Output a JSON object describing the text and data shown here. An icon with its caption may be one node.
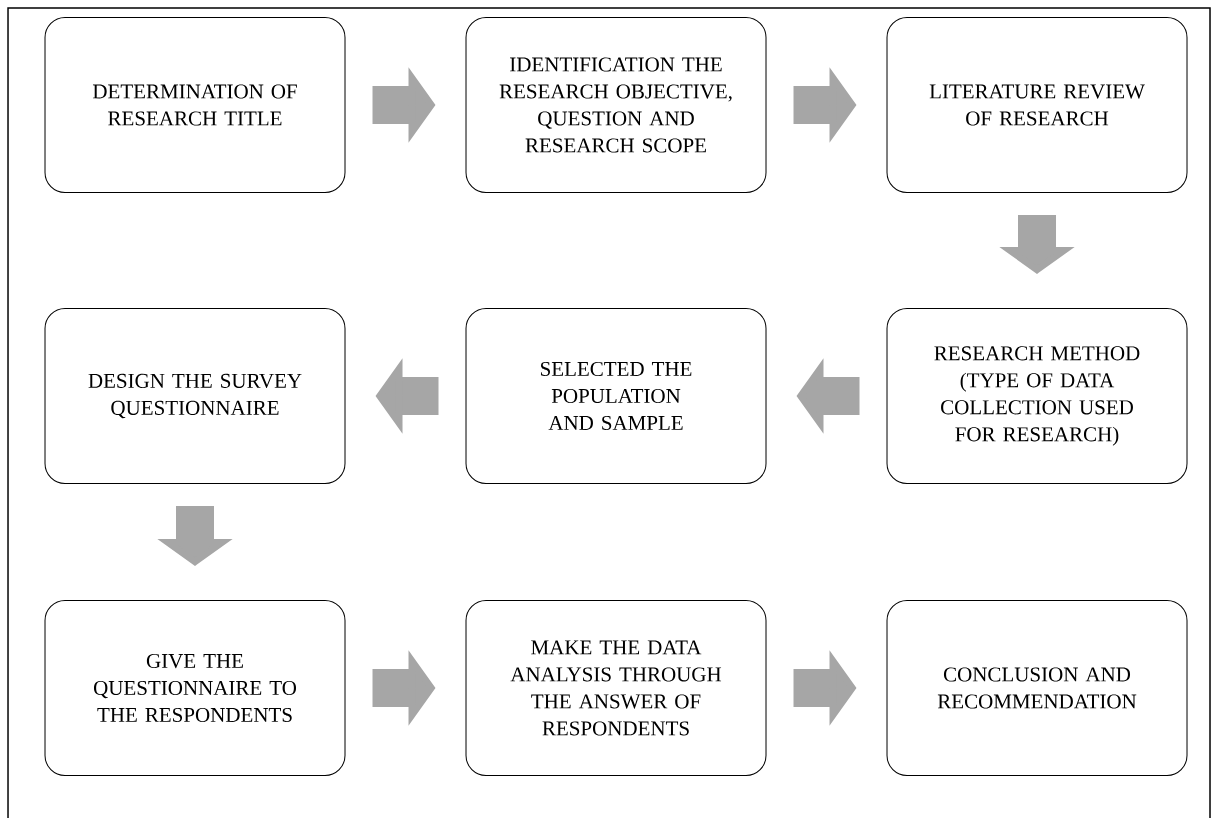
{
  "diagram": {
    "nodes": [
      {
        "text": [
          "DETERMINATION OF RESEARCH TITLE"
        ]
      },
      {
        "text": [
          "IDENTIFICATION THE RESEARCH OBJECTIVE, QUESTION AND RESEARCH SCOPE"
        ]
      },
      {
        "text": [
          "LITERATURE REVIEW OF RESEARCH"
        ]
      },
      {
        "text": [
          "RESEARCH METHOD (TYPE OF DATA COLLECTION USED FOR RESEARCH)"
        ]
      },
      {
        "text": [
          "SELECTED THE POPULATION AND SAMPLE"
        ]
      },
      {
        "text": [
          "DESIGN THE SURVEY QUESTIONNAIRE"
        ]
      },
      {
        "text": [
          "GIVE THE QUESTIONNAIRE TO THE RESPONDENTS"
        ]
      },
      {
        "text": [
          "MAKE THE DATA ANALYSIS THROUGH THE ANSWER OF RESPONDENTS"
        ]
      },
      {
        "text": [
          "CONCLUSION AND RECOMMENDATION"
        ]
      }
    ],
    "edges": [
      {
        "from": 0,
        "to": 1,
        "arrow": "to"
      },
      {
        "from": 1,
        "to": 2,
        "arrow": "to"
      },
      {
        "from": 2,
        "to": 3,
        "arrow": "to"
      },
      {
        "from": 3,
        "to": 4,
        "arrow": "to"
      },
      {
        "from": 4,
        "to": 5,
        "arrow": "to"
      },
      {
        "from": 5,
        "to": 6,
        "arrow": "to"
      },
      {
        "from": 6,
        "to": 7,
        "arrow": "to"
      },
      {
        "from": 7,
        "to": 8,
        "arrow": "to"
      }
    ]
  }
}
